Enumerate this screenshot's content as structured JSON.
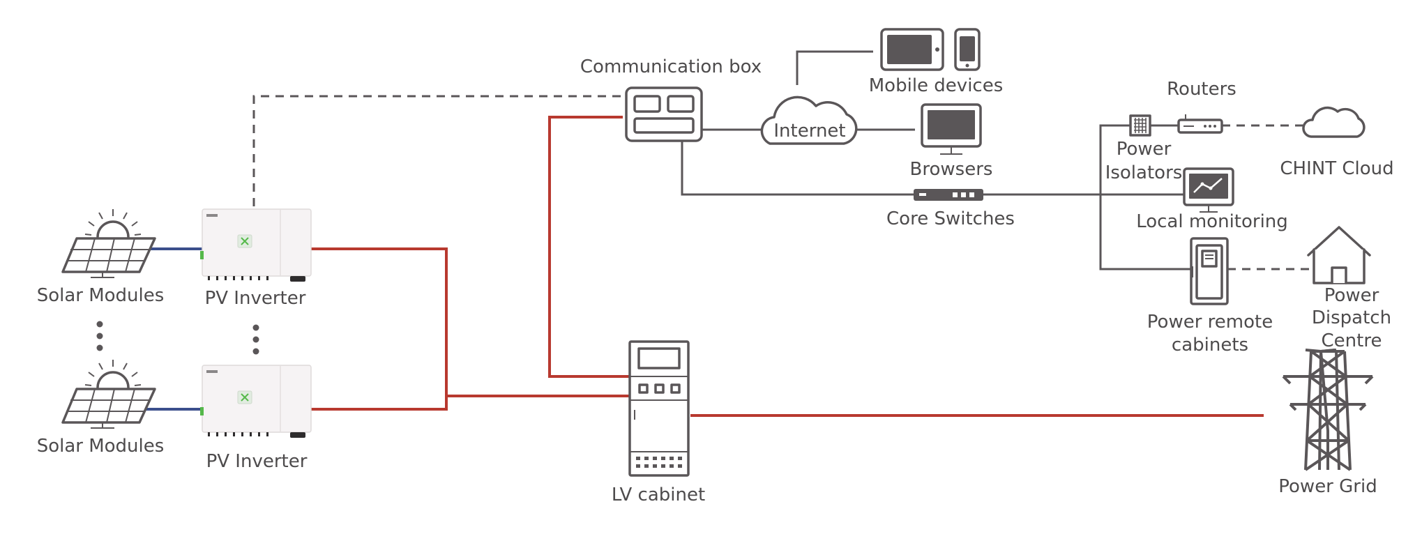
{
  "labels": {
    "solar_modules_1": "Solar Modules",
    "solar_modules_2": "Solar Modules",
    "pv_inverter_1": "PV Inverter",
    "pv_inverter_2": "PV Inverter",
    "communication_box": "Communication box",
    "internet": "Internet",
    "mobile_devices": "Mobile devices",
    "browsers": "Browsers",
    "core_switches": "Core Switches",
    "routers": "Routers",
    "power_isolators_line1": "Power",
    "power_isolators_line2": "Isolators",
    "chint_cloud": "CHINT Cloud",
    "local_monitoring": "Local monitoring",
    "power_remote_cabinets_line1": "Power remote",
    "power_remote_cabinets_line2": "cabinets",
    "power_dispatch_line1": "Power",
    "power_dispatch_line2": "Dispatch",
    "power_dispatch_line3": "Centre",
    "lv_cabinet": "LV cabinet",
    "power_grid": "Power Grid"
  },
  "colors": {
    "power_line": "#b8392f",
    "dc_line": "#3b4f8c",
    "comm_line": "#5a5658",
    "icon": "#5a5658",
    "inverter_accent": "#55b84a",
    "text": "#4d4b4c"
  }
}
